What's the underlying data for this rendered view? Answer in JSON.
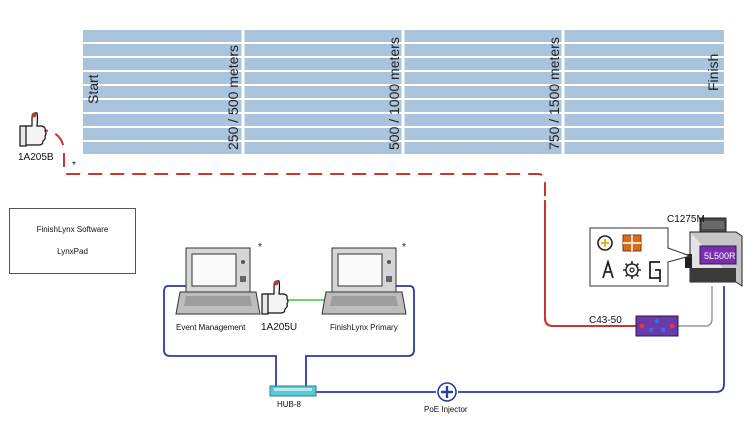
{
  "track": {
    "start_label": "Start",
    "finish_label": "Finish",
    "split_labels": [
      "250 / 500 meters",
      "500 / 1000 meters",
      "750 / 1500 meters"
    ],
    "lane_color": "#a9c4dc"
  },
  "devices": {
    "starter_remote": "1A205B",
    "event_remote": "1A205U",
    "camera_model": "C1275M",
    "camera_screen": "5L500R",
    "connector": "C43-50",
    "hub": "HUB-8",
    "poe": "PoE Injector",
    "laptop_left": "Event Management",
    "laptop_right": "FinishLynx Primary",
    "asterisk": "*"
  },
  "software_box": {
    "line1": "FinishLynx Software",
    "line2": "LynxPad"
  },
  "colors": {
    "red_line": "#c8372d",
    "blue_line": "#2b3c9c",
    "green_line": "#3ec43e",
    "hub": "#5bc8d8",
    "connector": "#6a3aa8",
    "camera_screen": "#7a2fb0"
  }
}
